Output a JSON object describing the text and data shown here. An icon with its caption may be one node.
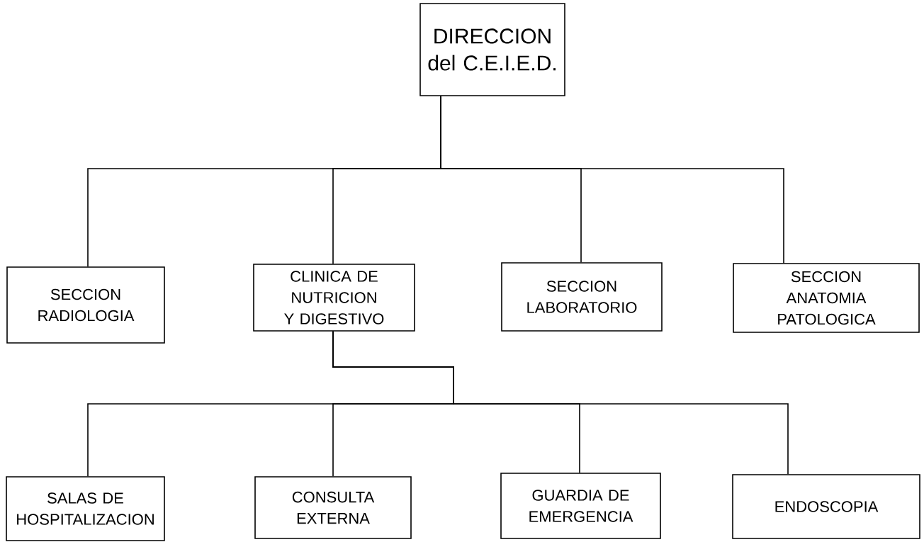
{
  "diagram": {
    "nodes": [
      {
        "text": [
          "DIRECCION del C.E.I.E.D."
        ]
      },
      {
        "text": [
          "SECCION RADIOLOGIA"
        ]
      },
      {
        "text": [
          "CLINICA DE NUTRICION Y DIGESTIVO"
        ]
      },
      {
        "text": [
          "SECCION LABORATORIO"
        ]
      },
      {
        "text": [
          "SECCION ANATOMIA PATOLOGICA"
        ]
      },
      {
        "text": [
          "SALAS DE HOSPITALIZACION"
        ]
      },
      {
        "text": [
          "CONSULTA EXTERNA"
        ]
      },
      {
        "text": [
          "GUARDIA DE EMERGENCIA"
        ]
      },
      {
        "text": [
          "ENDOSCOPIA"
        ]
      }
    ],
    "edges": [
      {
        "from": 0,
        "to": 1,
        "arrow": "none"
      },
      {
        "from": 0,
        "to": 2,
        "arrow": "none"
      },
      {
        "from": 0,
        "to": 3,
        "arrow": "none"
      },
      {
        "from": 0,
        "to": 4,
        "arrow": "none"
      },
      {
        "from": 2,
        "to": 5,
        "arrow": "none"
      },
      {
        "from": 2,
        "to": 6,
        "arrow": "none"
      },
      {
        "from": 2,
        "to": 7,
        "arrow": "none"
      },
      {
        "from": 2,
        "to": 8,
        "arrow": "none"
      }
    ]
  }
}
